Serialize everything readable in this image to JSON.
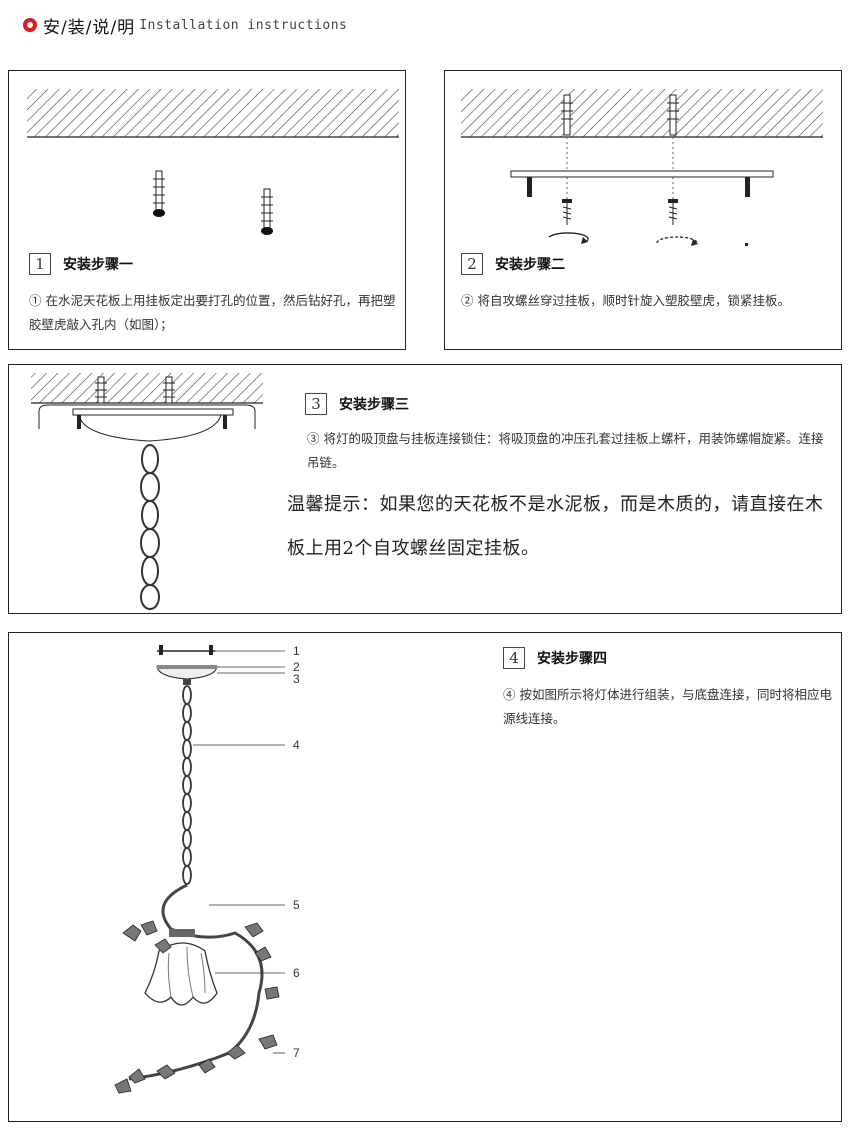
{
  "header": {
    "title_cn": "安/装/说/明",
    "title_en": "Installation instructions",
    "accent_color": "#e0191f"
  },
  "steps": [
    {
      "number": "1",
      "title": "安装步骤一",
      "description": "① 在水泥天花板上用挂板定出要打孔的位置，然后钻好孔，再把塑胶壁虎敲入孔内（如图）；"
    },
    {
      "number": "2",
      "title": "安装步骤二",
      "description": "② 将自攻螺丝穿过挂板，顺时针旋入塑胶壁虎，锁紧挂板。"
    },
    {
      "number": "3",
      "title": "安装步骤三",
      "description": "③ 将灯的吸顶盘与挂板连接锁住：将吸顶盘的冲压孔套过挂板上螺杆，用装饰螺帽旋紧。连接吊链。"
    },
    {
      "number": "4",
      "title": "安装步骤四",
      "description": "④ 按如图所示将灯体进行组装，与底盘连接，同时将相应电源线连接。"
    }
  ],
  "tip": "温馨提示：如果您的天花板不是水泥板，而是木质的，请直接在木板上用2个自攻螺丝固定挂板。",
  "part_labels": [
    "1",
    "2",
    "3",
    "4",
    "5",
    "6",
    "7"
  ],
  "icons": {
    "header": "record-circle-icon"
  }
}
